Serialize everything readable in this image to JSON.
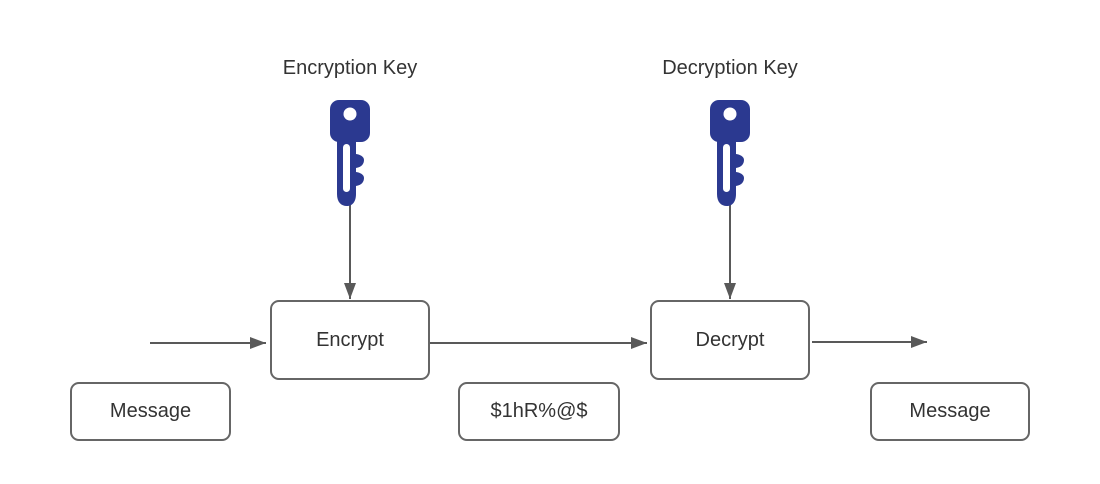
{
  "diagram": {
    "key_labels": {
      "encryption": "Encryption Key",
      "decryption": "Decryption Key"
    },
    "boxes": {
      "encrypt": "Encrypt",
      "decrypt": "Decrypt",
      "message_in": "Message",
      "ciphertext": "$1hR%@$",
      "message_out": "Message"
    },
    "icons": {
      "encryption_key": "key-icon",
      "decryption_key": "key-icon"
    },
    "colors": {
      "key_fill": "#2b3990",
      "box_border": "#666666",
      "arrow": "#595959",
      "text": "#333333",
      "background": "#ffffff"
    }
  }
}
